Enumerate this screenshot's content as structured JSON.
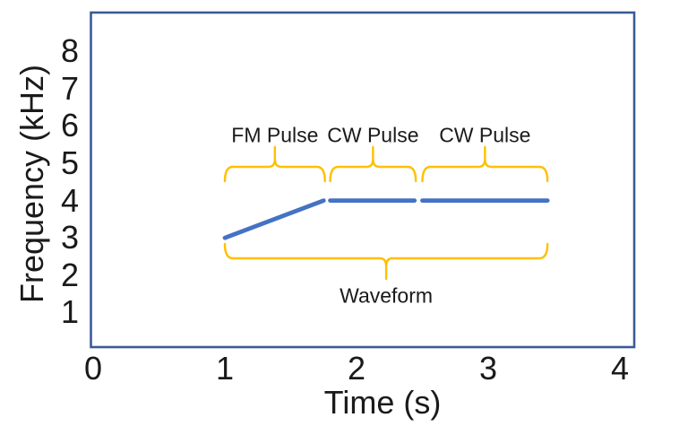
{
  "chart_data": {
    "type": "line",
    "title": "",
    "xlabel": "Time (s)",
    "ylabel": "Frequency (kHz)",
    "xlim": [
      0,
      4.1
    ],
    "ylim": [
      0,
      9
    ],
    "x_ticks": [
      0,
      1,
      2,
      3,
      4
    ],
    "y_ticks": [
      1,
      2,
      3,
      4,
      5,
      6,
      7,
      8
    ],
    "grid": false,
    "legend": false,
    "series": [
      {
        "name": "FM Pulse",
        "points": [
          [
            1.0,
            3.0
          ],
          [
            1.75,
            4.0
          ]
        ]
      },
      {
        "name": "CW Pulse",
        "points": [
          [
            1.8,
            4.0
          ],
          [
            2.44,
            4.0
          ]
        ]
      },
      {
        "name": "CW Pulse",
        "points": [
          [
            2.5,
            4.0
          ],
          [
            3.45,
            4.0
          ]
        ]
      }
    ],
    "annotations": [
      {
        "label": "FM Pulse",
        "side": "top",
        "from": 1.0,
        "to": 1.76
      },
      {
        "label": "CW Pulse",
        "side": "top",
        "from": 1.8,
        "to": 2.45
      },
      {
        "label": "CW Pulse",
        "side": "top",
        "from": 2.5,
        "to": 3.45
      },
      {
        "label": "Waveform",
        "side": "bottom",
        "from": 1.0,
        "to": 3.45
      }
    ],
    "colors": {
      "line": "#4472C4",
      "brace": "#FFC000",
      "border": "#3C5A99",
      "text": "#1A1A1A"
    }
  }
}
